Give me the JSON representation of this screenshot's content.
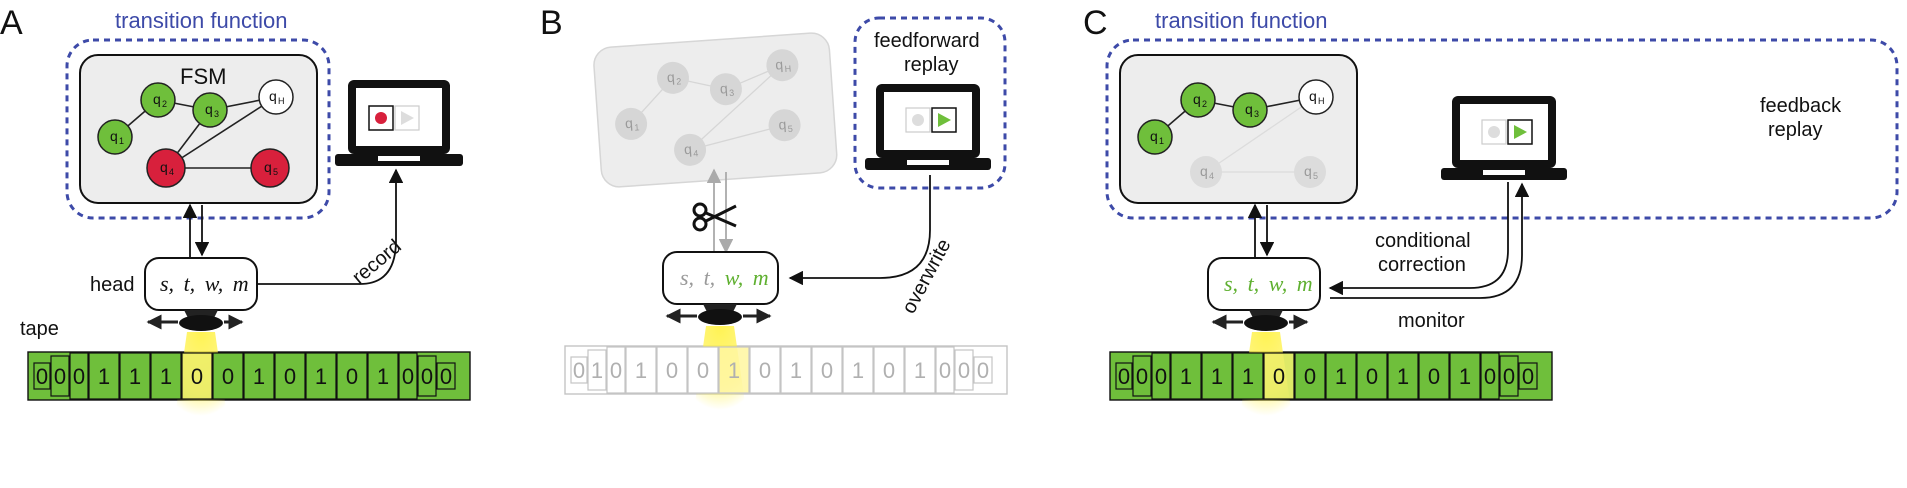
{
  "panels": [
    {
      "letter": "A",
      "transition_label": "transition function",
      "fsm_label": "FSM",
      "fsm_faded": false,
      "states": [
        {
          "id": "q1",
          "base": "q",
          "sub": "1",
          "state": "green"
        },
        {
          "id": "q2",
          "base": "q",
          "sub": "2",
          "state": "green"
        },
        {
          "id": "q3",
          "base": "q",
          "sub": "3",
          "state": "green"
        },
        {
          "id": "qH",
          "base": "q",
          "sub": "H",
          "state": "white"
        },
        {
          "id": "q4",
          "base": "q",
          "sub": "4",
          "state": "red"
        },
        {
          "id": "q5",
          "base": "q",
          "sub": "5",
          "state": "red"
        }
      ],
      "edges": [
        [
          "q1",
          "q2"
        ],
        [
          "q2",
          "q3"
        ],
        [
          "q3",
          "qH"
        ],
        [
          "q4",
          "q3"
        ],
        [
          "q4",
          "qH"
        ],
        [
          "q4",
          "q5"
        ]
      ],
      "laptop": {
        "title": "",
        "record_active": true,
        "play_active": false,
        "outlined": false
      },
      "head_label": "head",
      "head_vars": [
        {
          "text": "s,",
          "color": "black"
        },
        {
          "text": "t,",
          "color": "black"
        },
        {
          "text": "w,",
          "color": "black"
        },
        {
          "text": "m",
          "color": "black"
        }
      ],
      "tape_label": "tape",
      "tape_cells": [
        "0",
        "0",
        "0",
        "1",
        "1",
        "1",
        "0",
        "0",
        "1",
        "0",
        "1",
        "0",
        "1",
        "0",
        "0",
        "0"
      ],
      "tape_active": true,
      "annotations": [
        "record"
      ]
    },
    {
      "letter": "B",
      "transition_label": "",
      "fsm_label": "",
      "fsm_faded": true,
      "states": [
        {
          "id": "q1",
          "base": "q",
          "sub": "1",
          "state": "grey"
        },
        {
          "id": "q2",
          "base": "q",
          "sub": "2",
          "state": "grey"
        },
        {
          "id": "q3",
          "base": "q",
          "sub": "3",
          "state": "grey"
        },
        {
          "id": "qH",
          "base": "q",
          "sub": "H",
          "state": "grey"
        },
        {
          "id": "q4",
          "base": "q",
          "sub": "4",
          "state": "grey"
        },
        {
          "id": "q5",
          "base": "q",
          "sub": "5",
          "state": "grey"
        }
      ],
      "edges": [
        [
          "q1",
          "q2"
        ],
        [
          "q2",
          "q3"
        ],
        [
          "q3",
          "qH"
        ],
        [
          "q4",
          "q5"
        ],
        [
          "q4",
          "qH"
        ]
      ],
      "laptop": {
        "title": "feedforward replay",
        "record_active": false,
        "play_active": true,
        "outlined": true
      },
      "head_label": "",
      "head_vars": [
        {
          "text": "s,",
          "color": "grey"
        },
        {
          "text": "t,",
          "color": "grey"
        },
        {
          "text": "w,",
          "color": "green"
        },
        {
          "text": "m",
          "color": "green"
        }
      ],
      "tape_label": "",
      "tape_cells": [
        "0",
        "1",
        "0",
        "1",
        "0",
        "0",
        "1",
        "0",
        "1",
        "0",
        "1",
        "0",
        "1",
        "0",
        "0",
        "0"
      ],
      "tape_active": false,
      "annotations": [
        "overwrite"
      ]
    },
    {
      "letter": "C",
      "transition_label": "transition function",
      "fsm_label": "",
      "fsm_faded": false,
      "states": [
        {
          "id": "q1",
          "base": "q",
          "sub": "1",
          "state": "green"
        },
        {
          "id": "q2",
          "base": "q",
          "sub": "2",
          "state": "green"
        },
        {
          "id": "q3",
          "base": "q",
          "sub": "3",
          "state": "green"
        },
        {
          "id": "qH",
          "base": "q",
          "sub": "H",
          "state": "white"
        },
        {
          "id": "q4",
          "base": "q",
          "sub": "4",
          "state": "grey"
        },
        {
          "id": "q5",
          "base": "q",
          "sub": "5",
          "state": "grey"
        }
      ],
      "edges": [
        [
          "q1",
          "q2"
        ],
        [
          "q2",
          "q3"
        ],
        [
          "q3",
          "qH"
        ],
        [
          "q4",
          "q5"
        ],
        [
          "q4",
          "qH"
        ]
      ],
      "laptop": {
        "title": "feedback replay",
        "record_active": false,
        "play_active": true,
        "outlined": false
      },
      "head_label": "",
      "head_vars": [
        {
          "text": "s,",
          "color": "green"
        },
        {
          "text": "t,",
          "color": "green"
        },
        {
          "text": "w,",
          "color": "green"
        },
        {
          "text": "m",
          "color": "green"
        }
      ],
      "tape_label": "",
      "tape_cells": [
        "0",
        "0",
        "0",
        "1",
        "1",
        "1",
        "0",
        "0",
        "1",
        "0",
        "1",
        "0",
        "1",
        "0",
        "0",
        "0"
      ],
      "tape_active": true,
      "annotations": [
        "conditional correction",
        "monitor"
      ]
    }
  ],
  "colors": {
    "green": "#6fbf3b",
    "green_text": "#5fb030",
    "red": "#d8203c",
    "dashed_blue": "#3d4aa8",
    "fsm_fill": "#ededed",
    "grey_text": "#9a9a9a",
    "light_grey": "#d6d6d6",
    "head_glow": "#fff24a",
    "play_green": "#6fbf3b"
  },
  "icons": [
    "scissors-icon",
    "record-icon",
    "play-icon",
    "laptop-icon"
  ]
}
